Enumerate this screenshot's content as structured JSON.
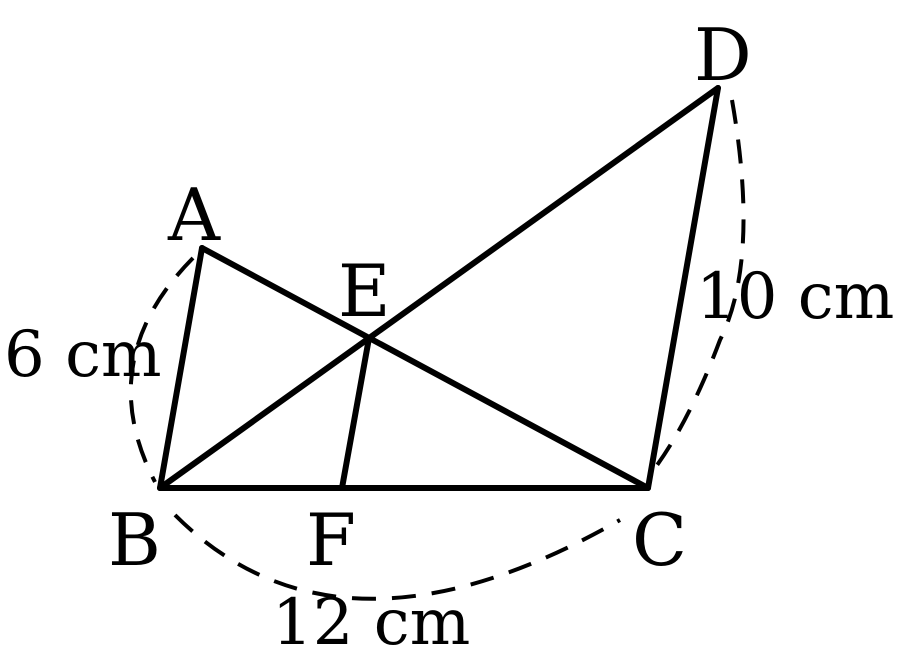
{
  "diagram": {
    "points": {
      "A": "A",
      "B": "B",
      "C": "C",
      "D": "D",
      "E": "E",
      "F": "F"
    },
    "lengths": {
      "AB": "6 cm",
      "BC": "12 cm",
      "CD": "10 cm"
    },
    "segments": [
      "AB",
      "BC",
      "CD",
      "AC",
      "BD",
      "EF"
    ],
    "dashed_arcs": [
      "AB",
      "BC",
      "CD"
    ],
    "colors": {
      "stroke": "#000000",
      "background": "#ffffff"
    }
  }
}
